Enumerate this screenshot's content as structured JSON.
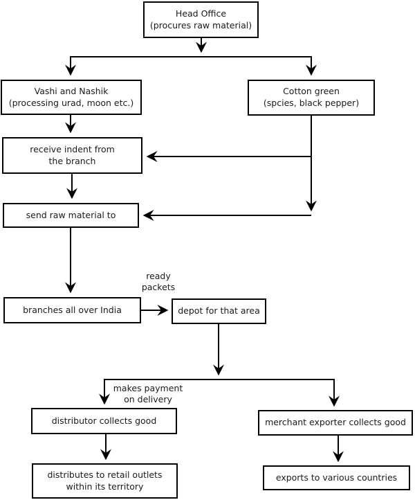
{
  "nodes": {
    "head_office": "Head Office\n(procures raw material)",
    "vashi": "Vashi and Nashik\n(processing urad, moon etc.)",
    "cotton_green": "Cotton green\n(spcies, black pepper)",
    "receive_indent": "receive indent from\nthe branch",
    "send_raw": "send raw material to",
    "branches": "branches all over India",
    "depot": "depot for that area",
    "distributor": "distributor collects good",
    "merchant_exporter": "merchant exporter collects good",
    "retail_outlets": "distributes to retail outlets\nwithin its territory",
    "exports": "exports to various countries"
  },
  "annotations": {
    "ready_packets": "ready\npackets",
    "makes_payment": "makes payment\non delivery"
  },
  "colors": {
    "line": "#000000",
    "background": "#ffffff",
    "text": "#1a1a1a"
  }
}
